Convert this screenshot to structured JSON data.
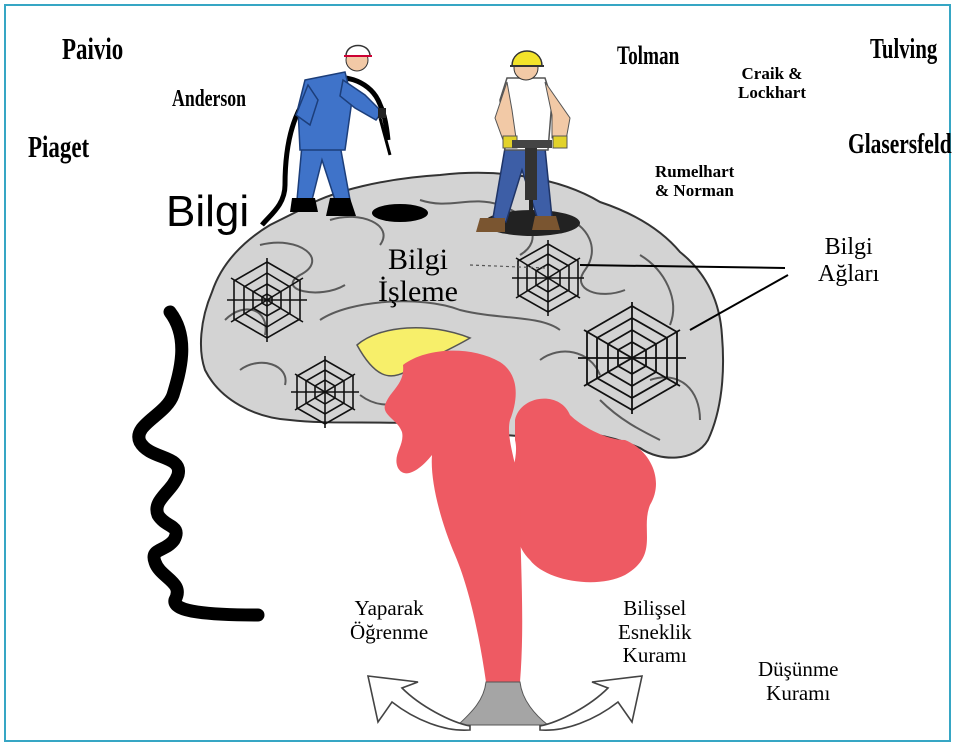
{
  "theorists": {
    "paivio": "Paivio",
    "anderson": "Anderson",
    "piaget": "Piaget",
    "tolman": "Tolman",
    "tulving": "Tulving",
    "craik_lockhart_1": "Craik &",
    "craik_lockhart_2": "Lockhart",
    "glasersfeld": "Glasersfeld",
    "rumelhart_1": "Rumelhart",
    "rumelhart_2": "& Norman"
  },
  "labels": {
    "bilgi": "Bilgi",
    "bilgi_isleme_1": "Bilgi",
    "bilgi_isleme_2": "İşleme",
    "bilgi_aglari_1": "Bilgi",
    "bilgi_aglari_2": "Ağları",
    "yaparak_1": "Yaparak",
    "yaparak_2": "Öğrenme",
    "bilissel_1": "Bilişsel",
    "bilissel_2": "Esneklik",
    "bilissel_3": "Kuramı",
    "dusunme_1": "Düşünme",
    "dusunme_2": "Kuramı"
  },
  "colors": {
    "frame": "#36a6c4",
    "brain": "#d3d3d3",
    "brainstem": "#ee5a63",
    "thalamus": "#f7ef6a",
    "worker_blue": "#3f73c9",
    "helmet_yellow": "#f3e32b",
    "arrow_gray": "#a5a5a5"
  },
  "icons": [
    "worker-with-hose-icon",
    "worker-with-jackhammer-icon",
    "spider-web-icon",
    "face-profile-icon"
  ]
}
